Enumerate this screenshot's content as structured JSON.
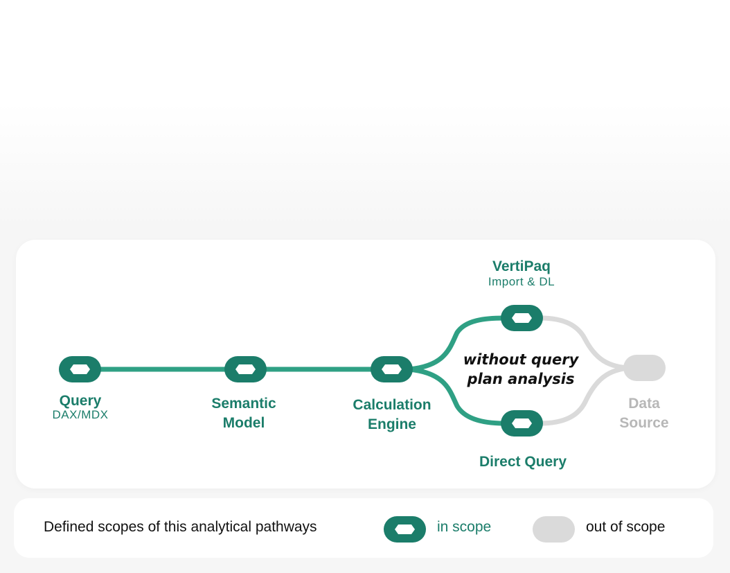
{
  "nodes": {
    "query": {
      "title": "Query",
      "subtitle": "DAX/MDX"
    },
    "semantic_model": {
      "line1": "Semantic",
      "line2": "Model"
    },
    "calculation_engine": {
      "line1": "Calculation",
      "line2": "Engine"
    },
    "vertipaq": {
      "title": "VertiPaq",
      "subtitle": "Import & DL"
    },
    "direct_query": {
      "title": "Direct Query"
    },
    "data_source": {
      "line1": "Data",
      "line2": "Source"
    }
  },
  "note": {
    "line1": "without query",
    "line2": "plan analysis"
  },
  "legend": {
    "description": "Defined scopes of this analytical pathways",
    "in_scope": "in scope",
    "out_of_scope": "out of scope"
  },
  "colors": {
    "in_scope": "#1b7d6a",
    "in_scope_path": "#2fa084",
    "out_of_scope": "#dadada"
  }
}
